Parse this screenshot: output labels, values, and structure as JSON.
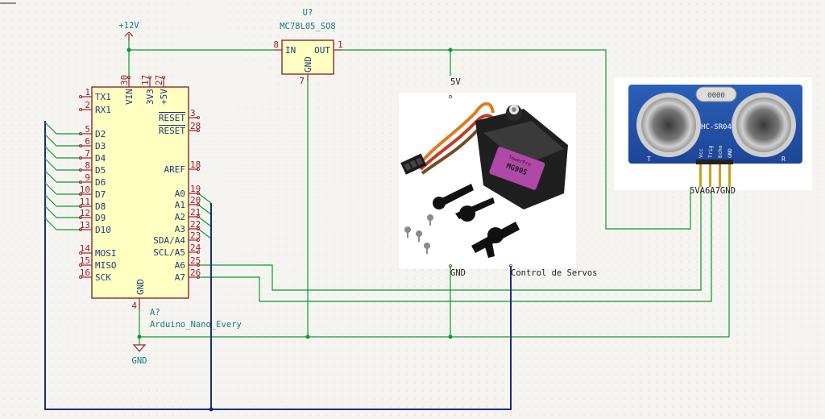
{
  "power": {
    "vcc12_label": "+12V",
    "gnd_label": "GND"
  },
  "regulator": {
    "ref": "U?",
    "value": "MC78L05_SO8",
    "pin_in_num": "8",
    "pin_in_name": "IN",
    "pin_out_num": "1",
    "pin_out_name": "OUT",
    "pin_gnd_num": "7",
    "pin_gnd_name": "GND"
  },
  "mcu": {
    "ref": "A?",
    "value": "Arduino_Nano_Every",
    "top_pins": [
      {
        "num": "30",
        "name": "VIN"
      },
      {
        "num": "17",
        "name": "3V3"
      },
      {
        "num": "27",
        "name": "+5V"
      }
    ],
    "bottom_pin": {
      "num": "4",
      "name": "GND"
    },
    "left_pins": [
      {
        "num": "1",
        "name": "TX1"
      },
      {
        "num": "2",
        "name": "RX1"
      },
      {
        "num": "5",
        "name": "D2"
      },
      {
        "num": "6",
        "name": "D3"
      },
      {
        "num": "7",
        "name": "D4"
      },
      {
        "num": "8",
        "name": "D5"
      },
      {
        "num": "9",
        "name": "D6"
      },
      {
        "num": "10",
        "name": "D7"
      },
      {
        "num": "11",
        "name": "D8"
      },
      {
        "num": "12",
        "name": "D9"
      },
      {
        "num": "13",
        "name": "D10"
      },
      {
        "num": "14",
        "name": "MOSI"
      },
      {
        "num": "15",
        "name": "MISO"
      },
      {
        "num": "16",
        "name": "SCK"
      }
    ],
    "right_pins": [
      {
        "num": "3",
        "name": "RESET"
      },
      {
        "num": "28",
        "name": "RESET"
      },
      {
        "num": "18",
        "name": "AREF"
      },
      {
        "num": "19",
        "name": "A0"
      },
      {
        "num": "20",
        "name": "A1"
      },
      {
        "num": "21",
        "name": "A2"
      },
      {
        "num": "22",
        "name": "A3"
      },
      {
        "num": "23",
        "name": "SDA/A4"
      },
      {
        "num": "24",
        "name": "SCL/A5"
      },
      {
        "num": "25",
        "name": "A6"
      },
      {
        "num": "26",
        "name": "A7"
      }
    ]
  },
  "servo": {
    "label_5v": "5V",
    "label_gnd": "GND",
    "label_control": "Control de Servos",
    "case_text": "MG90S",
    "brand_text": "TowerPro"
  },
  "sensor": {
    "model": "HC-SR04",
    "crystal": "0000",
    "pins": [
      "Vcc",
      "Trig",
      "Echo",
      "GND"
    ],
    "pin_labels": "5VA6A7GND",
    "t_label": "T",
    "r_label": "R"
  }
}
